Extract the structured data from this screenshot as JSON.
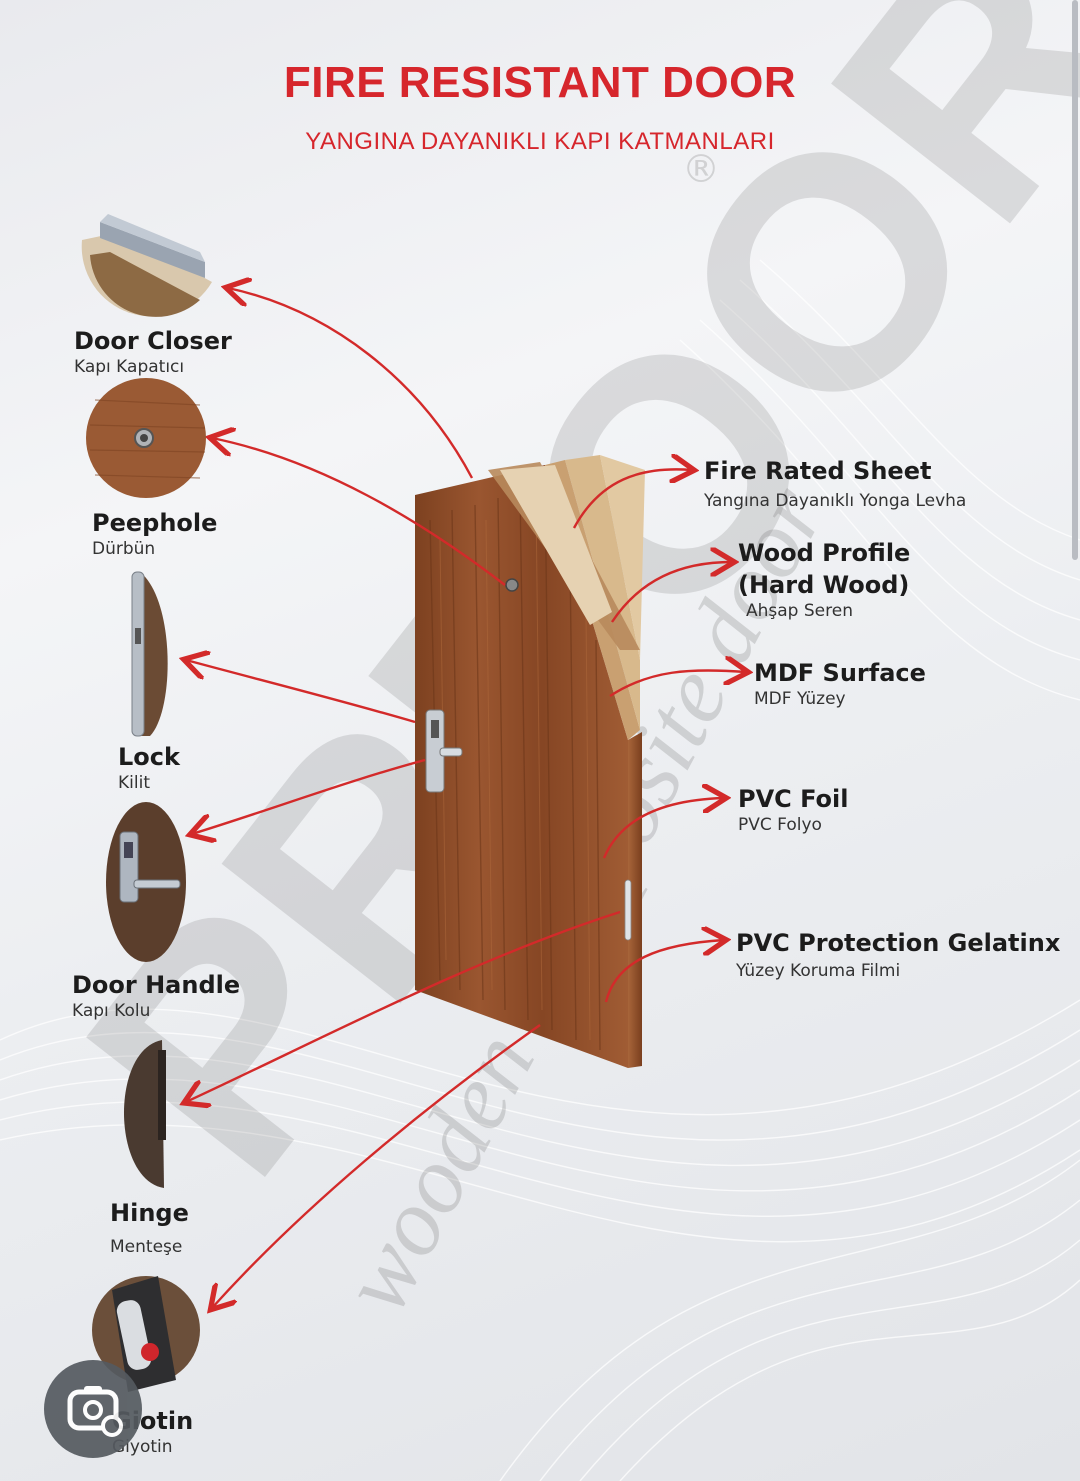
{
  "header": {
    "title": "FIRE RESISTANT DOOR",
    "subtitle": "YANGINA DAYANIKLI KAPI KATMANLARI"
  },
  "watermark": {
    "brand": "PRDOOR",
    "tagline": "wooden composite door",
    "registered": "®"
  },
  "components": [
    {
      "name": "Door Closer",
      "translation": "Kapı Kapatıcı"
    },
    {
      "name": "Peephole",
      "translation": "Dürbün"
    },
    {
      "name": "Lock",
      "translation": "Kilit"
    },
    {
      "name": "Door Handle",
      "translation": "Kapı Kolu"
    },
    {
      "name": "Hinge",
      "translation": "Menteşe"
    },
    {
      "name": "Giotin",
      "translation": "Giyotin"
    }
  ],
  "layers": [
    {
      "name": "Fire Rated Sheet",
      "translation": "Yangına Dayanıklı Yonga Levha"
    },
    {
      "name": "Wood Profile",
      "name2": "(Hard Wood)",
      "translation": "Ahşap Seren"
    },
    {
      "name": "MDF Surface",
      "translation": "MDF Yüzey"
    },
    {
      "name": "PVC Foil",
      "translation": "PVC Folyo"
    },
    {
      "name": "PVC Protection Gelatinx",
      "translation": "Yüzey Koruma Filmi"
    }
  ],
  "colors": {
    "accent": "#d6262c",
    "wood": "#8a4a26",
    "arrow": "#d32a2a"
  },
  "icons": {
    "lens": "visual-search-icon"
  }
}
